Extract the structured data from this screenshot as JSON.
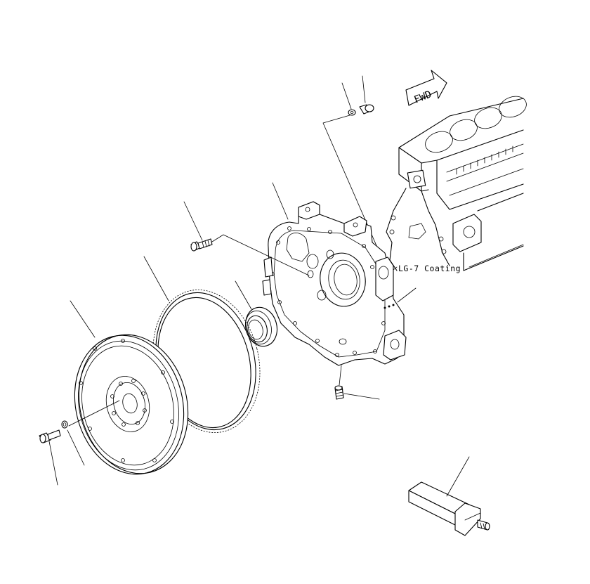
{
  "annotations": {
    "coating_note": "LG-7 Coating",
    "forward_arrow": "FWD"
  },
  "parts": [
    "drain-plug",
    "washer",
    "flywheel-housing",
    "mounting-bolt",
    "oil-seal",
    "ring-gear",
    "flywheel",
    "flywheel-bolt",
    "flywheel-washer",
    "dowel-pin",
    "alignment-tool"
  ],
  "colors": {
    "line": "#000000",
    "background": "#ffffff"
  }
}
